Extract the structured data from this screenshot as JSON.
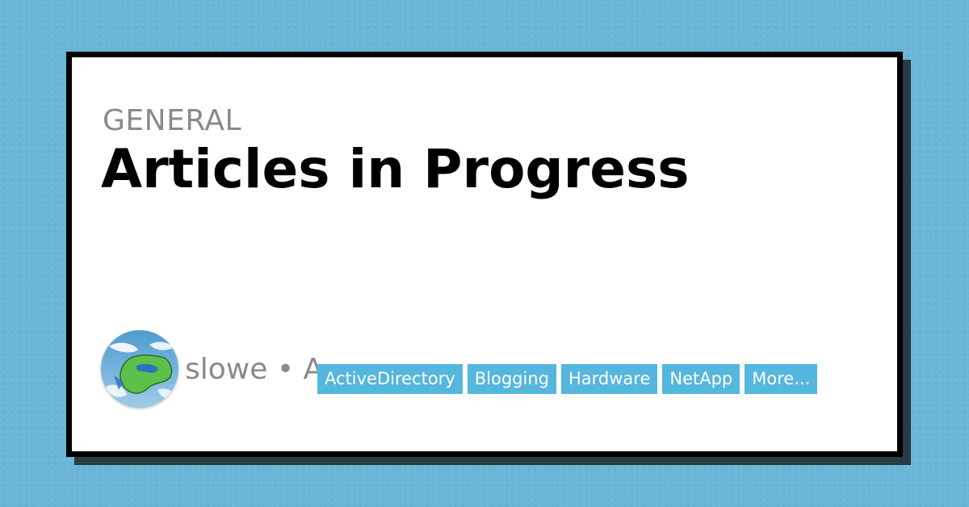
{
  "post": {
    "category": "GENERAL",
    "title": "Articles in Progress",
    "author": "slowe",
    "byline_rest": " • A"
  },
  "tags": [
    "ActiveDirectory",
    "Blogging",
    "Hardware",
    "NetApp",
    "More..."
  ],
  "colors": {
    "background": "#6bb6d6",
    "tag": "#55b6de",
    "card_border": "#000000"
  }
}
